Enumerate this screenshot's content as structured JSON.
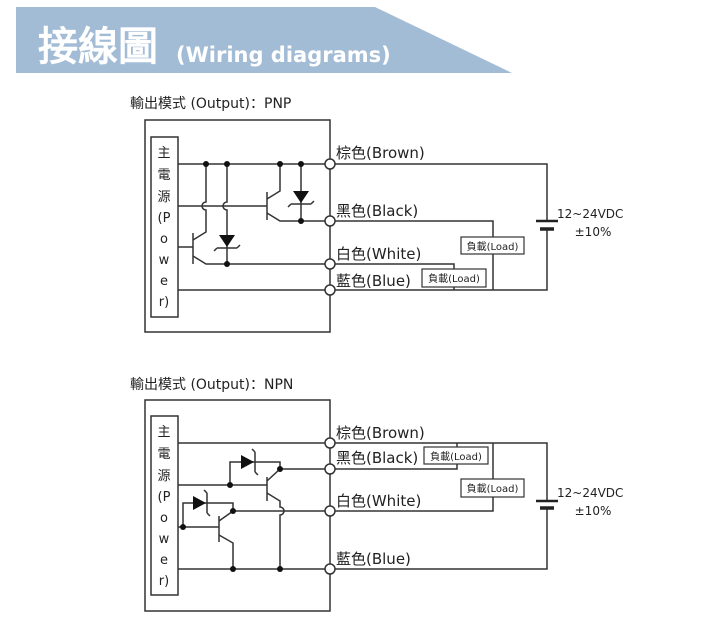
{
  "header": {
    "title_cjk": "接線圖",
    "title_en": "(Wiring diagrams)",
    "banner_color": "#a3bcd6"
  },
  "diagrams": [
    {
      "title": "輸出模式 (Output)：PNP",
      "power_label": [
        "主",
        "電",
        "源",
        "(P",
        "o",
        "w",
        "e",
        "r)"
      ],
      "wires": {
        "brown": "棕色(Brown)",
        "black": "黑色(Black)",
        "white": "白色(White)",
        "blue": "藍色(Blue)"
      },
      "load_label": "負載(Load)",
      "supply": {
        "voltage": "12~24VDC",
        "tolerance": "±10%"
      }
    },
    {
      "title": "輸出模式 (Output)：NPN",
      "power_label": [
        "主",
        "電",
        "源",
        "(P",
        "o",
        "w",
        "e",
        "r)"
      ],
      "wires": {
        "brown": "棕色(Brown)",
        "black": "黑色(Black)",
        "white": "白色(White)",
        "blue": "藍色(Blue)"
      },
      "load_label": "負載(Load)",
      "supply": {
        "voltage": "12~24VDC",
        "tolerance": "±10%"
      }
    }
  ]
}
